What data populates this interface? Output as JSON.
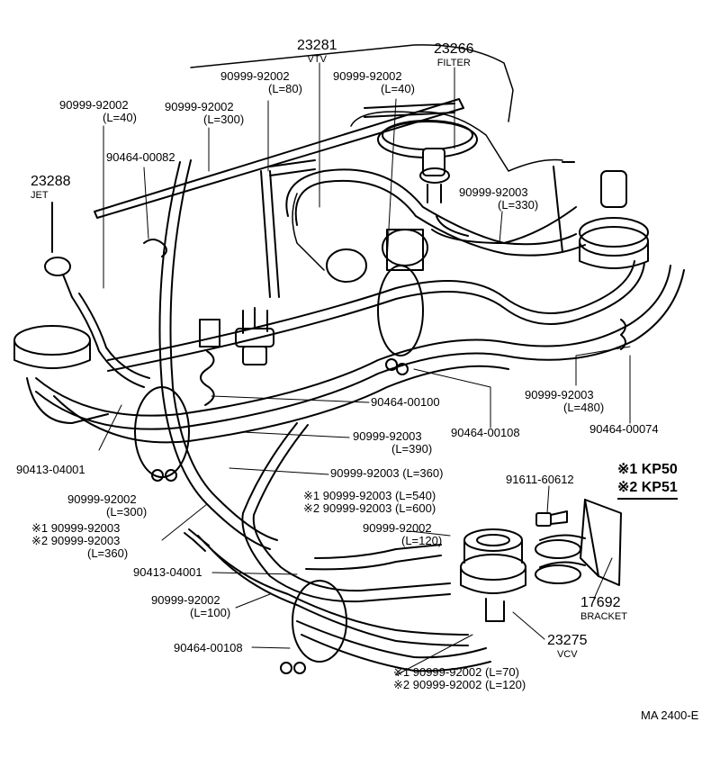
{
  "labels": {
    "vtv_part": "23281",
    "vtv_name": "VTV",
    "filter_part": "23266",
    "filter_name": "FILTER",
    "hose_80_part": "90999-92002",
    "hose_80_len": "(L=80)",
    "hose_40a_part": "90999-92002",
    "hose_40a_len": "(L=40)",
    "hose_40b_part": "90999-92002",
    "hose_40b_len": "(L=40)",
    "hose_300a_part": "90999-92002",
    "hose_300a_len": "(L=300)",
    "clip_00082": "90464-00082",
    "jet_part": "23288",
    "jet_name": "JET",
    "hose_330_part": "90999-92003",
    "hose_330_len": "(L=330)",
    "clip_00100": "90464-00100",
    "clip_00108a": "90464-00108",
    "hose_480_part": "90999-92003",
    "hose_480_len": "(L=480)",
    "clip_00074": "90464-00074",
    "hose_390_part": "90999-92003",
    "hose_390_len": "(L=390)",
    "joint_04001a": "90413-04001",
    "hose_360a": "90999-92003 (L=360)",
    "bolt_part": "91611-60612",
    "hose_300b_part": "90999-92002",
    "hose_300b_len": "(L=300)",
    "hose_540": "※1 90999-92003 (L=540)",
    "hose_600": "※2 90999-92003 (L=600)",
    "hose_360b_1": "※1 90999-92003",
    "hose_360b_2": "※2 90999-92003",
    "hose_360b_len": "(L=360)",
    "hose_120a_part": "90999-92002",
    "hose_120a_len": "(L=120)",
    "joint_04001b": "90413-04001",
    "hose_100_part": "90999-92002",
    "hose_100_len": "(L=100)",
    "bracket_part": "17692",
    "bracket_name": "BRACKET",
    "vcv_part": "23275",
    "vcv_name": "VCV",
    "clip_00108b": "90464-00108",
    "hose_70": "※1 90999-92002 (L=70)",
    "hose_120b": "※2 90999-92002 (L=120)"
  },
  "legend": {
    "line1": "※1 KP50",
    "line2": "※2 KP51"
  },
  "catalog_code": "MA 2400-E"
}
